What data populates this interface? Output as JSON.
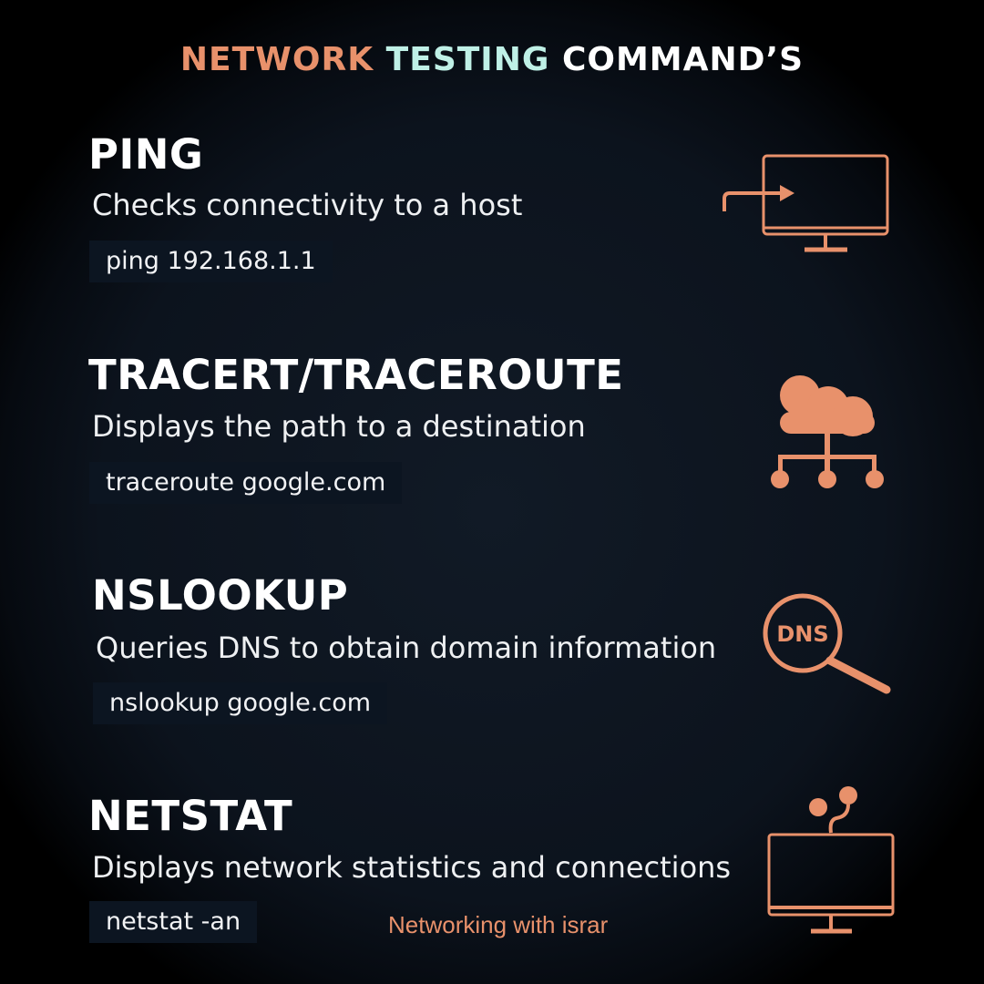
{
  "header": {
    "title_part1": "NETWORK",
    "title_part2": "TESTING",
    "title_part3": "COMMAND’S"
  },
  "colors": {
    "accent_orange": "#e8916b",
    "accent_mint": "#bff0e6",
    "background": "#0c131d",
    "text": "#ffffff"
  },
  "commands": [
    {
      "name": "PING",
      "description": "Checks connectivity to a host",
      "example": "ping 192.168.1.1",
      "icon": "monitor-arrow-icon"
    },
    {
      "name": "TRACERT/TRACEROUTE",
      "description": "Displays the path to a destination",
      "example": "traceroute google.com",
      "icon": "cloud-network-icon"
    },
    {
      "name": "NSLOOKUP",
      "description": "Queries DNS to obtain domain information",
      "example": "nslookup google.com",
      "icon": "dns-magnifier-icon",
      "icon_label": "DNS"
    },
    {
      "name": "NETSTAT",
      "description": "Displays network statistics and connections",
      "example": "netstat -an",
      "icon": "monitor-network-icon"
    }
  ],
  "footer": {
    "credit": "Networking with israr"
  }
}
